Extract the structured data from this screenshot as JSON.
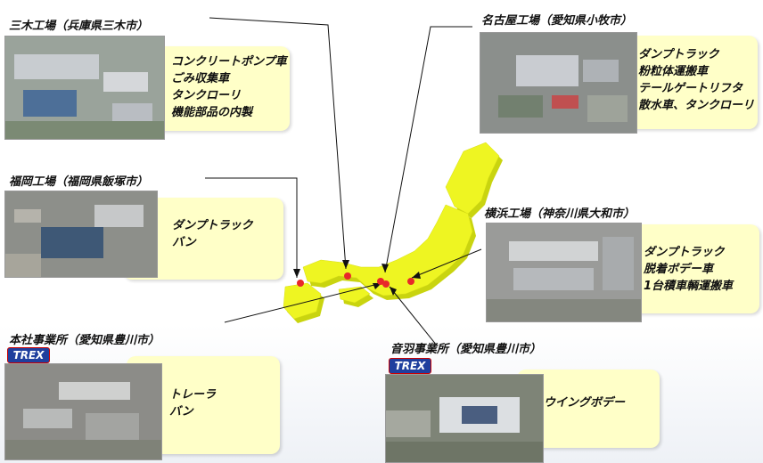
{
  "factories": [
    {
      "id": "miki",
      "title": "三木工場（兵庫県三木市）",
      "products": [
        "コンクリートポンプ車",
        "ごみ収集車",
        "タンクローリ",
        "機能部品の内製"
      ]
    },
    {
      "id": "fukuoka",
      "title": "福岡工場（福岡県飯塚市）",
      "products": [
        "ダンプトラック",
        "バン"
      ]
    },
    {
      "id": "honsha",
      "title": "本社事業所（愛知県豊川市）",
      "products": [
        "トレーラ",
        "バン"
      ]
    },
    {
      "id": "nagoya",
      "title": "名古屋工場（愛知県小牧市）",
      "products": [
        "ダンプトラック",
        "粉粒体運搬車",
        "テールゲートリフタ",
        "散水車、タンクローリ"
      ]
    },
    {
      "id": "yokohama",
      "title": "横浜工場（神奈川県大和市）",
      "products": [
        "ダンプトラック",
        "脱着ボデー車",
        "1台積車輌運搬車"
      ]
    },
    {
      "id": "otowa",
      "title": "音羽事業所（愛知県豊川市）",
      "products": [
        "ウイングボデー"
      ]
    }
  ],
  "brand": {
    "logo": "TREX"
  },
  "colors": {
    "map_fill": "#eef522",
    "map_shadow": "#c9d40f",
    "callout_bg": "#ffffc8",
    "marker": "#e8282a"
  }
}
